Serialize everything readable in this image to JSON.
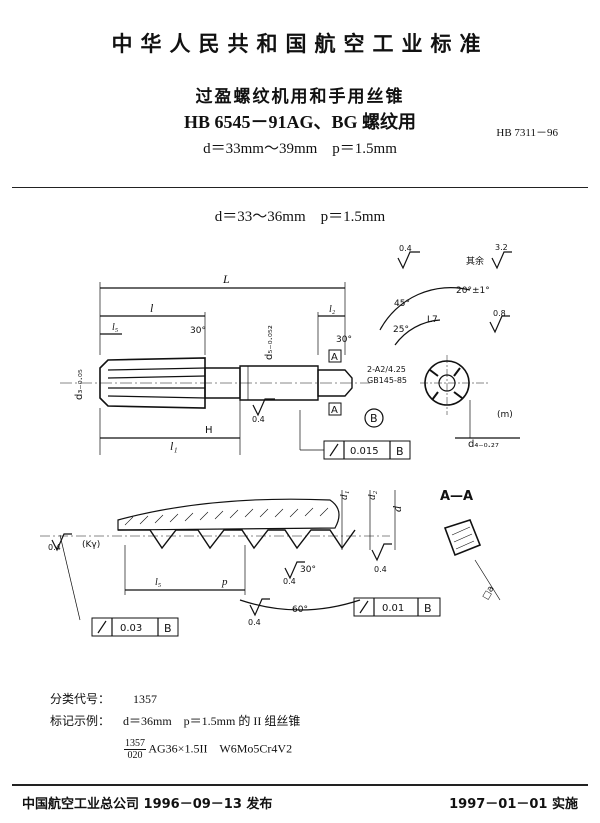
{
  "header": {
    "org": "中华人民共和国航空工业标准"
  },
  "title": {
    "line1": "过盈螺纹机用和手用丝锥",
    "line2": "HB 6545－91AG、BG 螺纹用",
    "line3": "d＝33mm～39mm　p＝1.5mm",
    "code": "HB 7311－96"
  },
  "subtitle": "d＝33～36mm　p＝1.5mm",
  "drawing": {
    "L": "L",
    "l": "l",
    "l1": "l₁",
    "l2": "l₂",
    "l5": "l₅",
    "d5": "d₅₋₀.₀₅₂",
    "d3": "d₃₋₀.₀₅",
    "d4": "d₄₋₀.₂₇",
    "d1": "d₁",
    "d2": "d₂",
    "d": "d",
    "p": "p",
    "ky": "(Kγ)",
    "a30": "30°",
    "a45": "45°",
    "a25": "25°",
    "a20": "20°±1°",
    "a60": "60°",
    "a30b": "30°",
    "l7": "L7",
    "m": "(m)",
    "H": "H",
    "center_note1": "2-A2/4.25",
    "center_note2": "GB145-85",
    "secA": "A",
    "secB": "B",
    "secAA": "A—A",
    "r04": "0.4",
    "r08": "0.8",
    "r32": "3.2",
    "rest": "其余",
    "tol1": "0.015",
    "tol2": "0.03",
    "tol3": "0.01",
    "sqA": "□a"
  },
  "info": {
    "class_label": "分类代号：",
    "class_value": "1357",
    "mark_label": "标记示例：",
    "mark_text": "d＝36mm　p＝1.5mm 的 II 组丝锥",
    "frac_num": "1357",
    "frac_den": "020",
    "mark_code": "AG36×1.5II　W6Mo5Cr4V2"
  },
  "footer": {
    "issued": "中国航空工业总公司 1996－09－13 发布",
    "effective": "1997－01－01 实施"
  }
}
